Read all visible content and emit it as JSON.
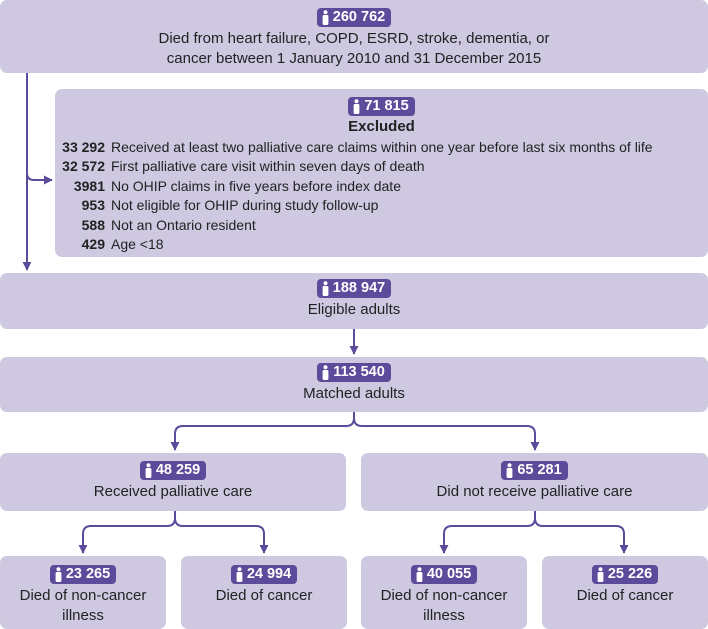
{
  "top": {
    "count": "260 762",
    "desc_line1": "Died from heart failure, COPD, ESRD, stroke, dementia, or",
    "desc_line2": "cancer between 1 January 2010 and 31 December 2015"
  },
  "excluded": {
    "count": "71 815",
    "title": "Excluded",
    "items": [
      {
        "count": "33 292",
        "label": "Received at least two palliative care claims within one year before last six months of life"
      },
      {
        "count": "32 572",
        "label": "First palliative care visit within seven days of death"
      },
      {
        "count": "3981",
        "label": "No OHIP claims in five years before index date"
      },
      {
        "count": "953",
        "label": "Not eligible for OHIP during study follow-up"
      },
      {
        "count": "588",
        "label": "Not an Ontario resident"
      },
      {
        "count": "429",
        "label": "Age <18"
      }
    ]
  },
  "eligible": {
    "count": "188 947",
    "label": "Eligible adults"
  },
  "matched": {
    "count": "113 540",
    "label": "Matched adults"
  },
  "received": {
    "count": "48 259",
    "label": "Received palliative care"
  },
  "not_received": {
    "count": "65 281",
    "label": "Did not receive palliative care"
  },
  "outcomes": [
    {
      "count": "23 265",
      "line1": "Died of non-cancer",
      "line2": "illness"
    },
    {
      "count": "24 994",
      "line1": "Died of cancer",
      "line2": ""
    },
    {
      "count": "40 055",
      "line1": "Died of non-cancer",
      "line2": "illness"
    },
    {
      "count": "25 226",
      "line1": "Died of cancer",
      "line2": ""
    }
  ],
  "colors": {
    "box": "#cfc8e1",
    "badge": "#5c4a9a",
    "arrow": "#5c4a9a"
  },
  "icon": "person-icon"
}
